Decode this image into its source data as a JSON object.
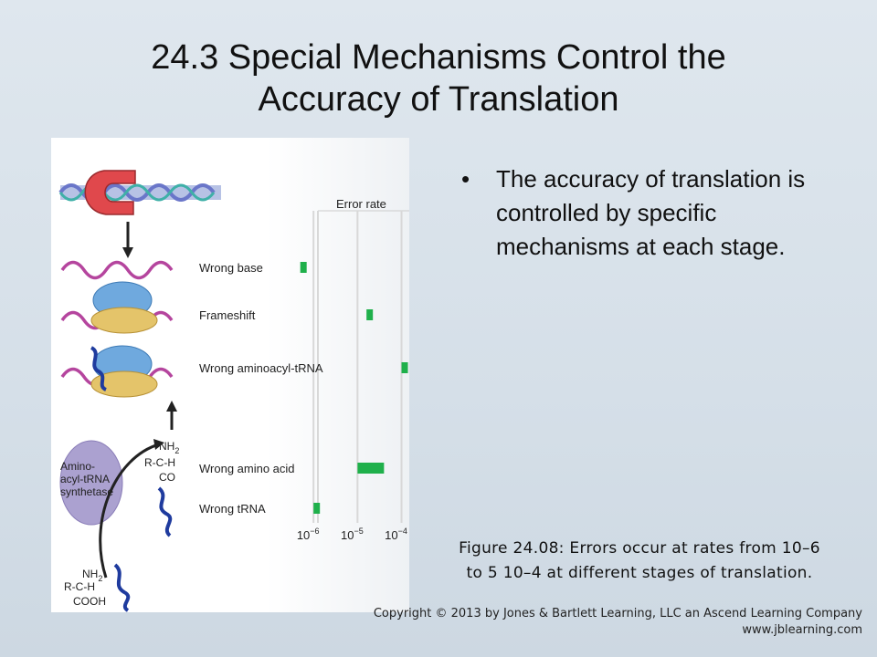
{
  "slide": {
    "title_line1": "24.3 Special Mechanisms Control the",
    "title_line2": "Accuracy of Translation",
    "bullet_marker": "•",
    "bullet_text": "The accuracy of translation is controlled by specific mechanisms at each stage.",
    "caption_line1": "Figure 24.08: Errors occur at rates from 10–6",
    "caption_line2": "to 5   10–4 at different stages of translation.",
    "copyright_line1": "Copyright © 2013 by Jones & Bartlett Learning, LLC an Ascend Learning Company",
    "copyright_line2": "www.jblearning.com"
  },
  "figure": {
    "error_rate_heading": "Error rate",
    "enzyme_label_1": "Amino-",
    "enzyme_label_2": "acyl-tRNA",
    "enzyme_label_3": "synthetase",
    "chem_top_1": "NH",
    "chem_top_sub": "2",
    "chem_top_2": "R-C-H",
    "chem_top_3": "CO",
    "chem_bottom_1": "NH",
    "chem_bottom_sub": "2",
    "chem_bottom_2": "R-C-H",
    "chem_bottom_3": "COOH",
    "bar_color": "#1fb04b",
    "rows": [
      {
        "label": "Wrong base"
      },
      {
        "label": "Frameshift"
      },
      {
        "label": "Wrong aminoacyl-tRNA"
      },
      {
        "label": "Wrong amino acid"
      },
      {
        "label": "Wrong tRNA"
      }
    ],
    "ticks": [
      "10",
      "10",
      "10"
    ],
    "tick_exps": [
      "−6",
      "−5",
      "−4"
    ]
  },
  "chart_data": {
    "type": "bar",
    "scale": "log",
    "xlabel": "Error rate",
    "xticks": [
      "10^-6",
      "10^-5",
      "10^-4"
    ],
    "xlim": [
      3e-07,
      0.00015
    ],
    "series": [
      {
        "category": "Wrong base",
        "min": 5e-07,
        "max": 6e-07
      },
      {
        "category": "Frameshift",
        "min": 1.6e-05,
        "max": 2e-05
      },
      {
        "category": "Wrong aminoacyl-tRNA",
        "min": 0.0001,
        "max": 0.00013
      },
      {
        "category": "Wrong amino acid",
        "min": 1e-05,
        "max": 4e-05
      },
      {
        "category": "Wrong tRNA",
        "min": 1e-06,
        "max": 1.3e-06
      }
    ]
  }
}
